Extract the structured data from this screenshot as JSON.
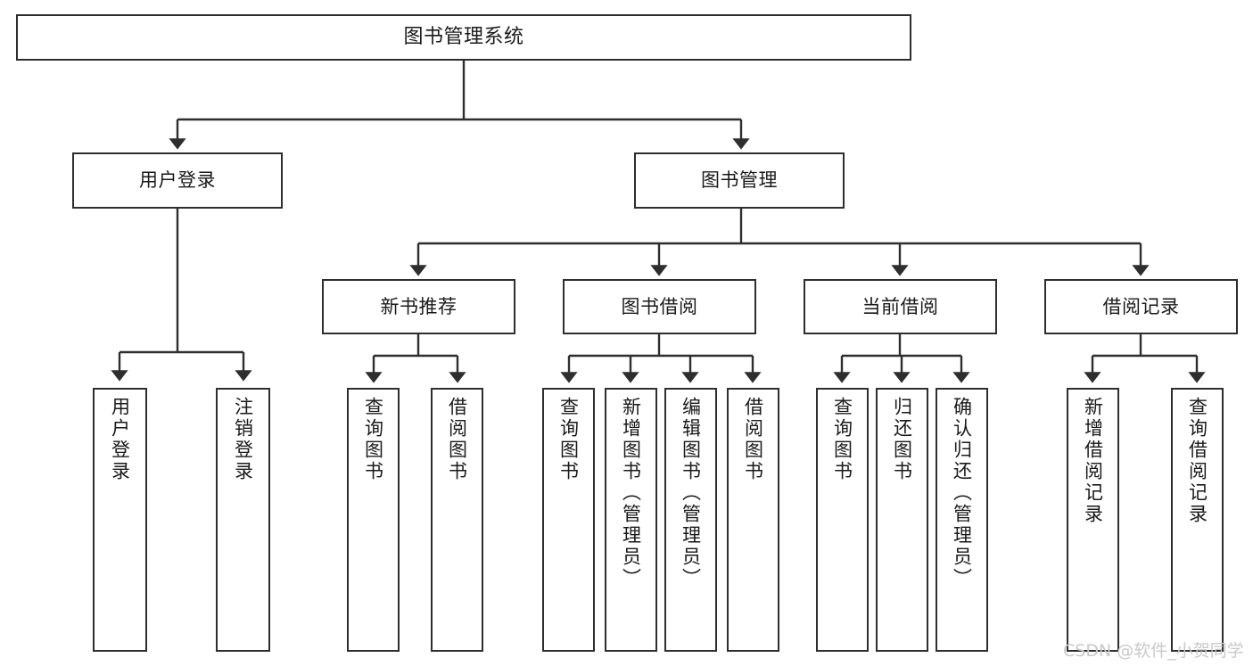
{
  "diagram": {
    "title": "图书管理系统",
    "type": "tree-hierarchy",
    "orientation": "top-down",
    "colors": {
      "node_border": "#2e2e2e",
      "node_fill": "#ffffff",
      "edge": "#2e2e2e",
      "text": "#1a1a1a",
      "watermark": "#c9c9c9",
      "background": "#ffffff"
    },
    "watermark": "CSDN @软件_小贺同学"
  },
  "nodes": {
    "root": {
      "label": "图书管理系统"
    },
    "level2": [
      {
        "label": "用户登录"
      },
      {
        "label": "图书管理"
      }
    ],
    "level3": [
      {
        "label": "新书推荐"
      },
      {
        "label": "图书借阅"
      },
      {
        "label": "当前借阅"
      },
      {
        "label": "借阅记录"
      }
    ],
    "leaves": {
      "user_login": [
        {
          "label": "用户登录"
        },
        {
          "label": "注销登录"
        }
      ],
      "new_book_recommend": [
        {
          "label": "查询图书"
        },
        {
          "label": "借阅图书"
        }
      ],
      "book_borrow": [
        {
          "label": "查询图书"
        },
        {
          "label": "新增图书（管理员）"
        },
        {
          "label": "编辑图书（管理员）"
        },
        {
          "label": "借阅图书"
        }
      ],
      "current_borrow": [
        {
          "label": "查询图书"
        },
        {
          "label": "归还图书"
        },
        {
          "label": "确认归还（管理员）"
        }
      ],
      "borrow_record": [
        {
          "label": "新增借阅记录"
        },
        {
          "label": "查询借阅记录"
        }
      ]
    }
  }
}
